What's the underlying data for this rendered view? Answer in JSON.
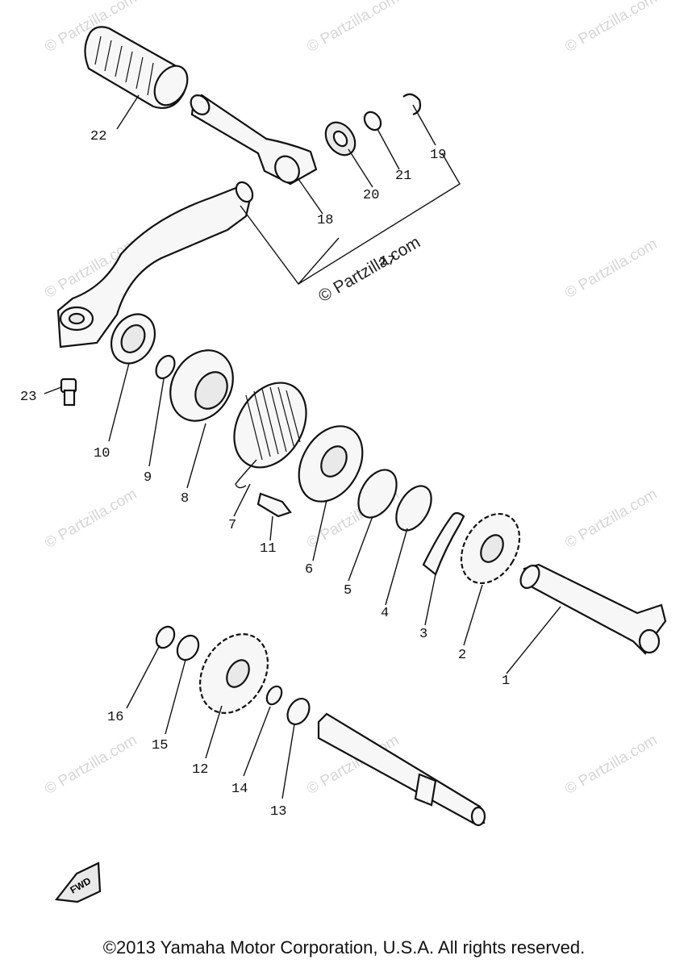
{
  "callouts": {
    "c1": "1",
    "c2": "2",
    "c3": "3",
    "c4": "4",
    "c5": "5",
    "c6": "6",
    "c7": "7",
    "c8": "8",
    "c9": "9",
    "c10": "10",
    "c11": "11",
    "c12": "12",
    "c13": "13",
    "c14": "14",
    "c15": "15",
    "c16": "16",
    "c17": "17",
    "c18": "18",
    "c19": "19",
    "c20": "20",
    "c21": "21",
    "c22": "22",
    "c23": "23"
  },
  "watermark": {
    "text": "© Partzilla.com"
  },
  "fwd_label": "FWD",
  "copyright": "©2013 Yamaha Motor Corporation, U.S.A. All rights reserved."
}
